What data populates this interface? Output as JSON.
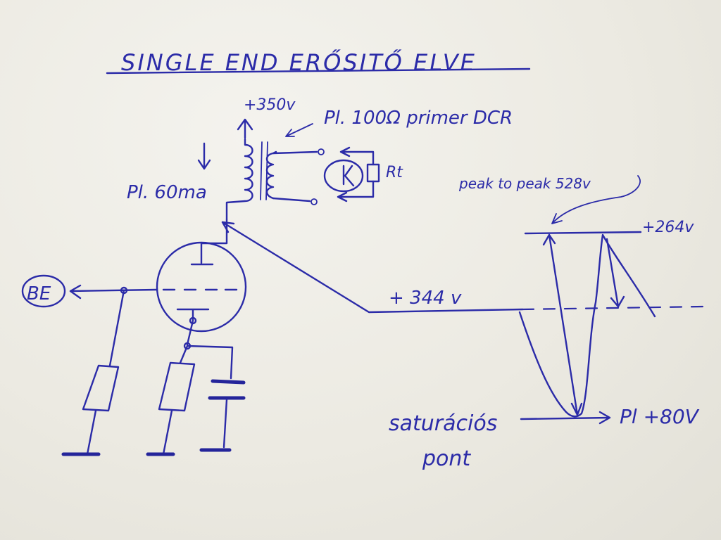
{
  "title": "SINGLE END ERŐSITŐ ELVE",
  "labels": {
    "supply_voltage": "+350v",
    "primary_dcr": "Pl. 100Ω primer DCR",
    "plate_current": "Pl. 60ma",
    "speaker": "K",
    "load_resistor": "Rt",
    "input": "BE",
    "peak_to_peak": "peak to peak 528v",
    "upper_voltage": "+264v",
    "quiescent_voltage": "+ 344 v",
    "plate_voltage": "Pl +80V",
    "saturation_line1": "saturációs",
    "saturation_line2": "pont"
  },
  "colors": {
    "ink": "#2b2ba8",
    "paper": "#eceae2"
  }
}
